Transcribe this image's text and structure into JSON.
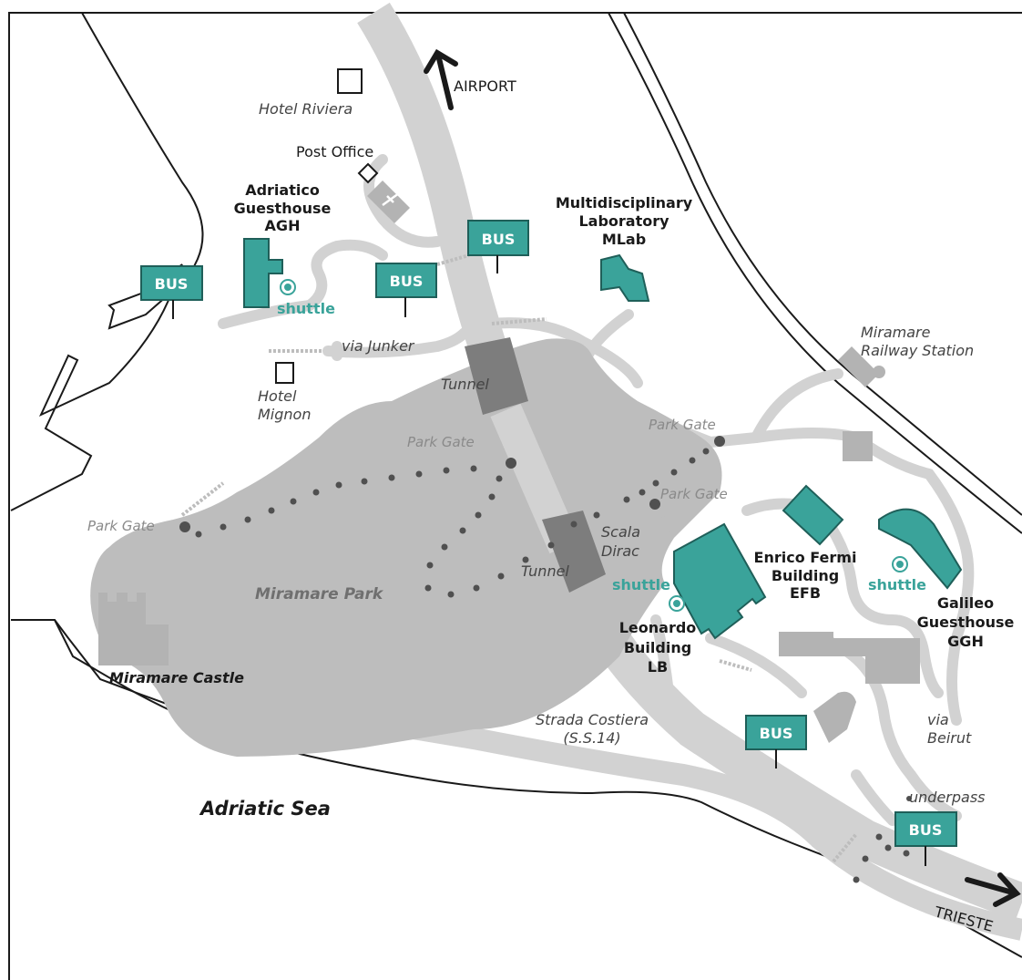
{
  "colors": {
    "teal": "#3aa39a",
    "teal_dark": "#1f5f59",
    "road": "#d2d2d2",
    "park": "#bdbdbd",
    "building_gray": "#b3b3b3",
    "dots": "#505050"
  },
  "labels": {
    "airport": "AIRPORT",
    "trieste": "TRIESTE",
    "hotel_riviera": "Hotel Riviera",
    "post_office": "Post Office",
    "agh": [
      "Adriatico",
      "Guesthouse",
      "AGH"
    ],
    "mlab": [
      "Multidisciplinary",
      "Laboratory",
      "MLab"
    ],
    "via_junker": "via Junker",
    "hotel_mignon": [
      "Hotel",
      "Mignon"
    ],
    "tunnel": "Tunnel",
    "miramare_station": [
      "Miramare",
      "Railway Station"
    ],
    "park_gate": "Park Gate",
    "scala_dirac": [
      "Scala",
      "Dirac"
    ],
    "miramare_park": "Miramare Park",
    "miramare_castle": "Miramare Castle",
    "efb": [
      "Enrico Fermi",
      "Building",
      "EFB"
    ],
    "lb": [
      "Leonardo",
      "Building",
      "LB"
    ],
    "ggh": [
      "Galileo",
      "Guesthouse",
      "GGH"
    ],
    "strada_costiera": [
      "Strada Costiera",
      "(S.S.14)"
    ],
    "via_beirut": [
      "via",
      "Beirut"
    ],
    "underpass": "underpass",
    "adriatic_sea": "Adriatic Sea",
    "bus": "BUS",
    "shuttle": "shuttle"
  },
  "icons": [
    "north-arrow-icon",
    "east-arrow-icon",
    "shuttle-stop-icon",
    "bus-stop-icon"
  ]
}
